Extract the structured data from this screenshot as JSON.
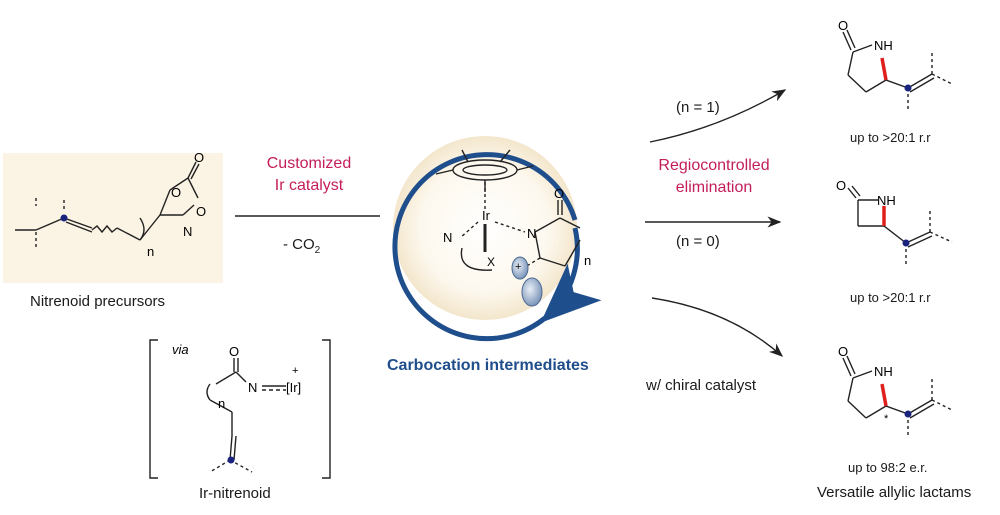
{
  "precursor": {
    "label": "Nitrenoid precursors",
    "atom_O1": "O",
    "atom_O2": "O",
    "atom_O3": "O",
    "atom_N": "N",
    "subscript_n": "n"
  },
  "step1": {
    "catalyst_line1": "Customized",
    "catalyst_line2": "Ir catalyst",
    "byproduct": "- CO",
    "byproduct_sub": "2"
  },
  "cycle": {
    "label": "Carbocation intermediates",
    "ir": "Ir",
    "n": "N",
    "x": "X",
    "lactam_n": "N",
    "lactam_o": "O",
    "subscript_n": "n",
    "charge": "+"
  },
  "step2": {
    "line1": "Regiocontrolled",
    "line2": "elimination"
  },
  "conditions": {
    "n1": "(n = 1)",
    "n0": "(n = 0)",
    "chiral": "w/ chiral catalyst"
  },
  "products": [
    {
      "ratio": "up to >20:1 r.r",
      "nh": "NH",
      "o": "O"
    },
    {
      "ratio": "up to >20:1 r.r",
      "nh": "NH",
      "o": "O"
    },
    {
      "ratio": "up to 98:2 e.r.",
      "nh": "NH",
      "o": "O",
      "stereo": "*"
    }
  ],
  "products_caption": "Versatile allylic lactams",
  "intermediate": {
    "via": "via",
    "o": "O",
    "n": "N",
    "ir": "[Ir]",
    "plus": "+",
    "subscript_n": "n",
    "label": "Ir-nitrenoid"
  },
  "colors": {
    "accent_red": "#c41e5a",
    "accent_blue": "#1f4e8c",
    "dot": "#1a237e",
    "box": "#fbf3e3",
    "bond_red": "#e0201c"
  }
}
